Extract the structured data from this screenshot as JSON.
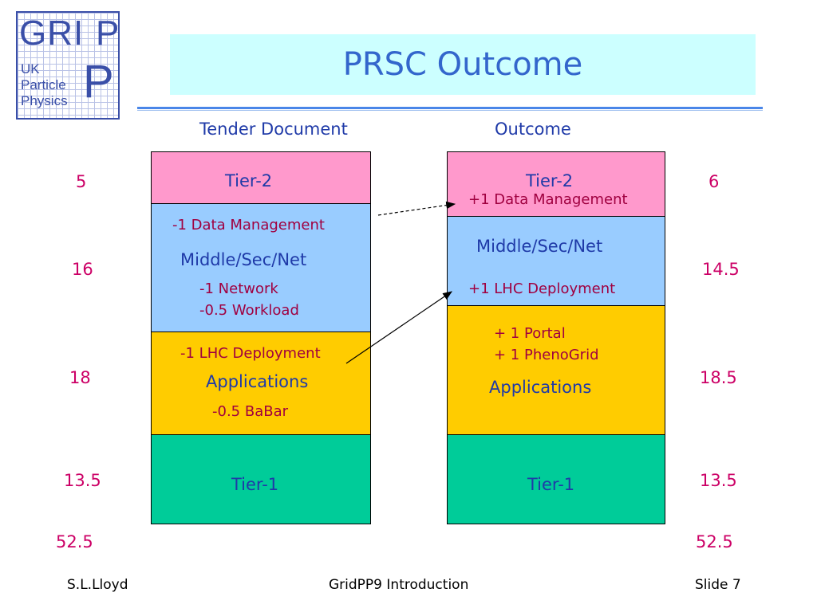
{
  "logo": {
    "big": "GRI",
    "bigP": "P",
    "line1": "UK",
    "line2": "Particle",
    "line3": "Physics"
  },
  "title": "PRSC Outcome",
  "headers": {
    "tender": "Tender Document",
    "outcome": "Outcome"
  },
  "tender": {
    "tier2": "Tier-2",
    "mid_note_top": "-1 Data Management",
    "mid": "Middle/Sec/Net",
    "mid_note1": "-1 Network",
    "mid_note2": "-0.5 Workload",
    "app_note_top": "-1 LHC Deployment",
    "app": "Applications",
    "app_note_bottom": "-0.5 BaBar",
    "tier1": "Tier-1"
  },
  "outcome": {
    "tier2": "Tier-2",
    "tier2_note": "+1 Data Management",
    "mid": "Middle/Sec/Net",
    "mid_note": "+1 LHC Deployment",
    "app_note1": "+ 1 Portal",
    "app_note2": "+ 1 PhenoGrid",
    "app": "Applications",
    "tier1": "Tier-1"
  },
  "left_numbers": {
    "tier2": "5",
    "mid": "16",
    "app": "18",
    "tier1": "13.5",
    "total": "52.5"
  },
  "right_numbers": {
    "tier2": "6",
    "mid": "14.5",
    "app": "18.5",
    "tier1": "13.5",
    "total": "52.5"
  },
  "footer": {
    "author": "S.L.Lloyd",
    "center": "GridPP9 Introduction",
    "slide": "Slide 7"
  },
  "colors": {
    "tier2": "#ff99cc",
    "mid": "#99ccff",
    "app": "#ffcc00",
    "tier1": "#00cc99",
    "title_bg": "#ccffff"
  }
}
